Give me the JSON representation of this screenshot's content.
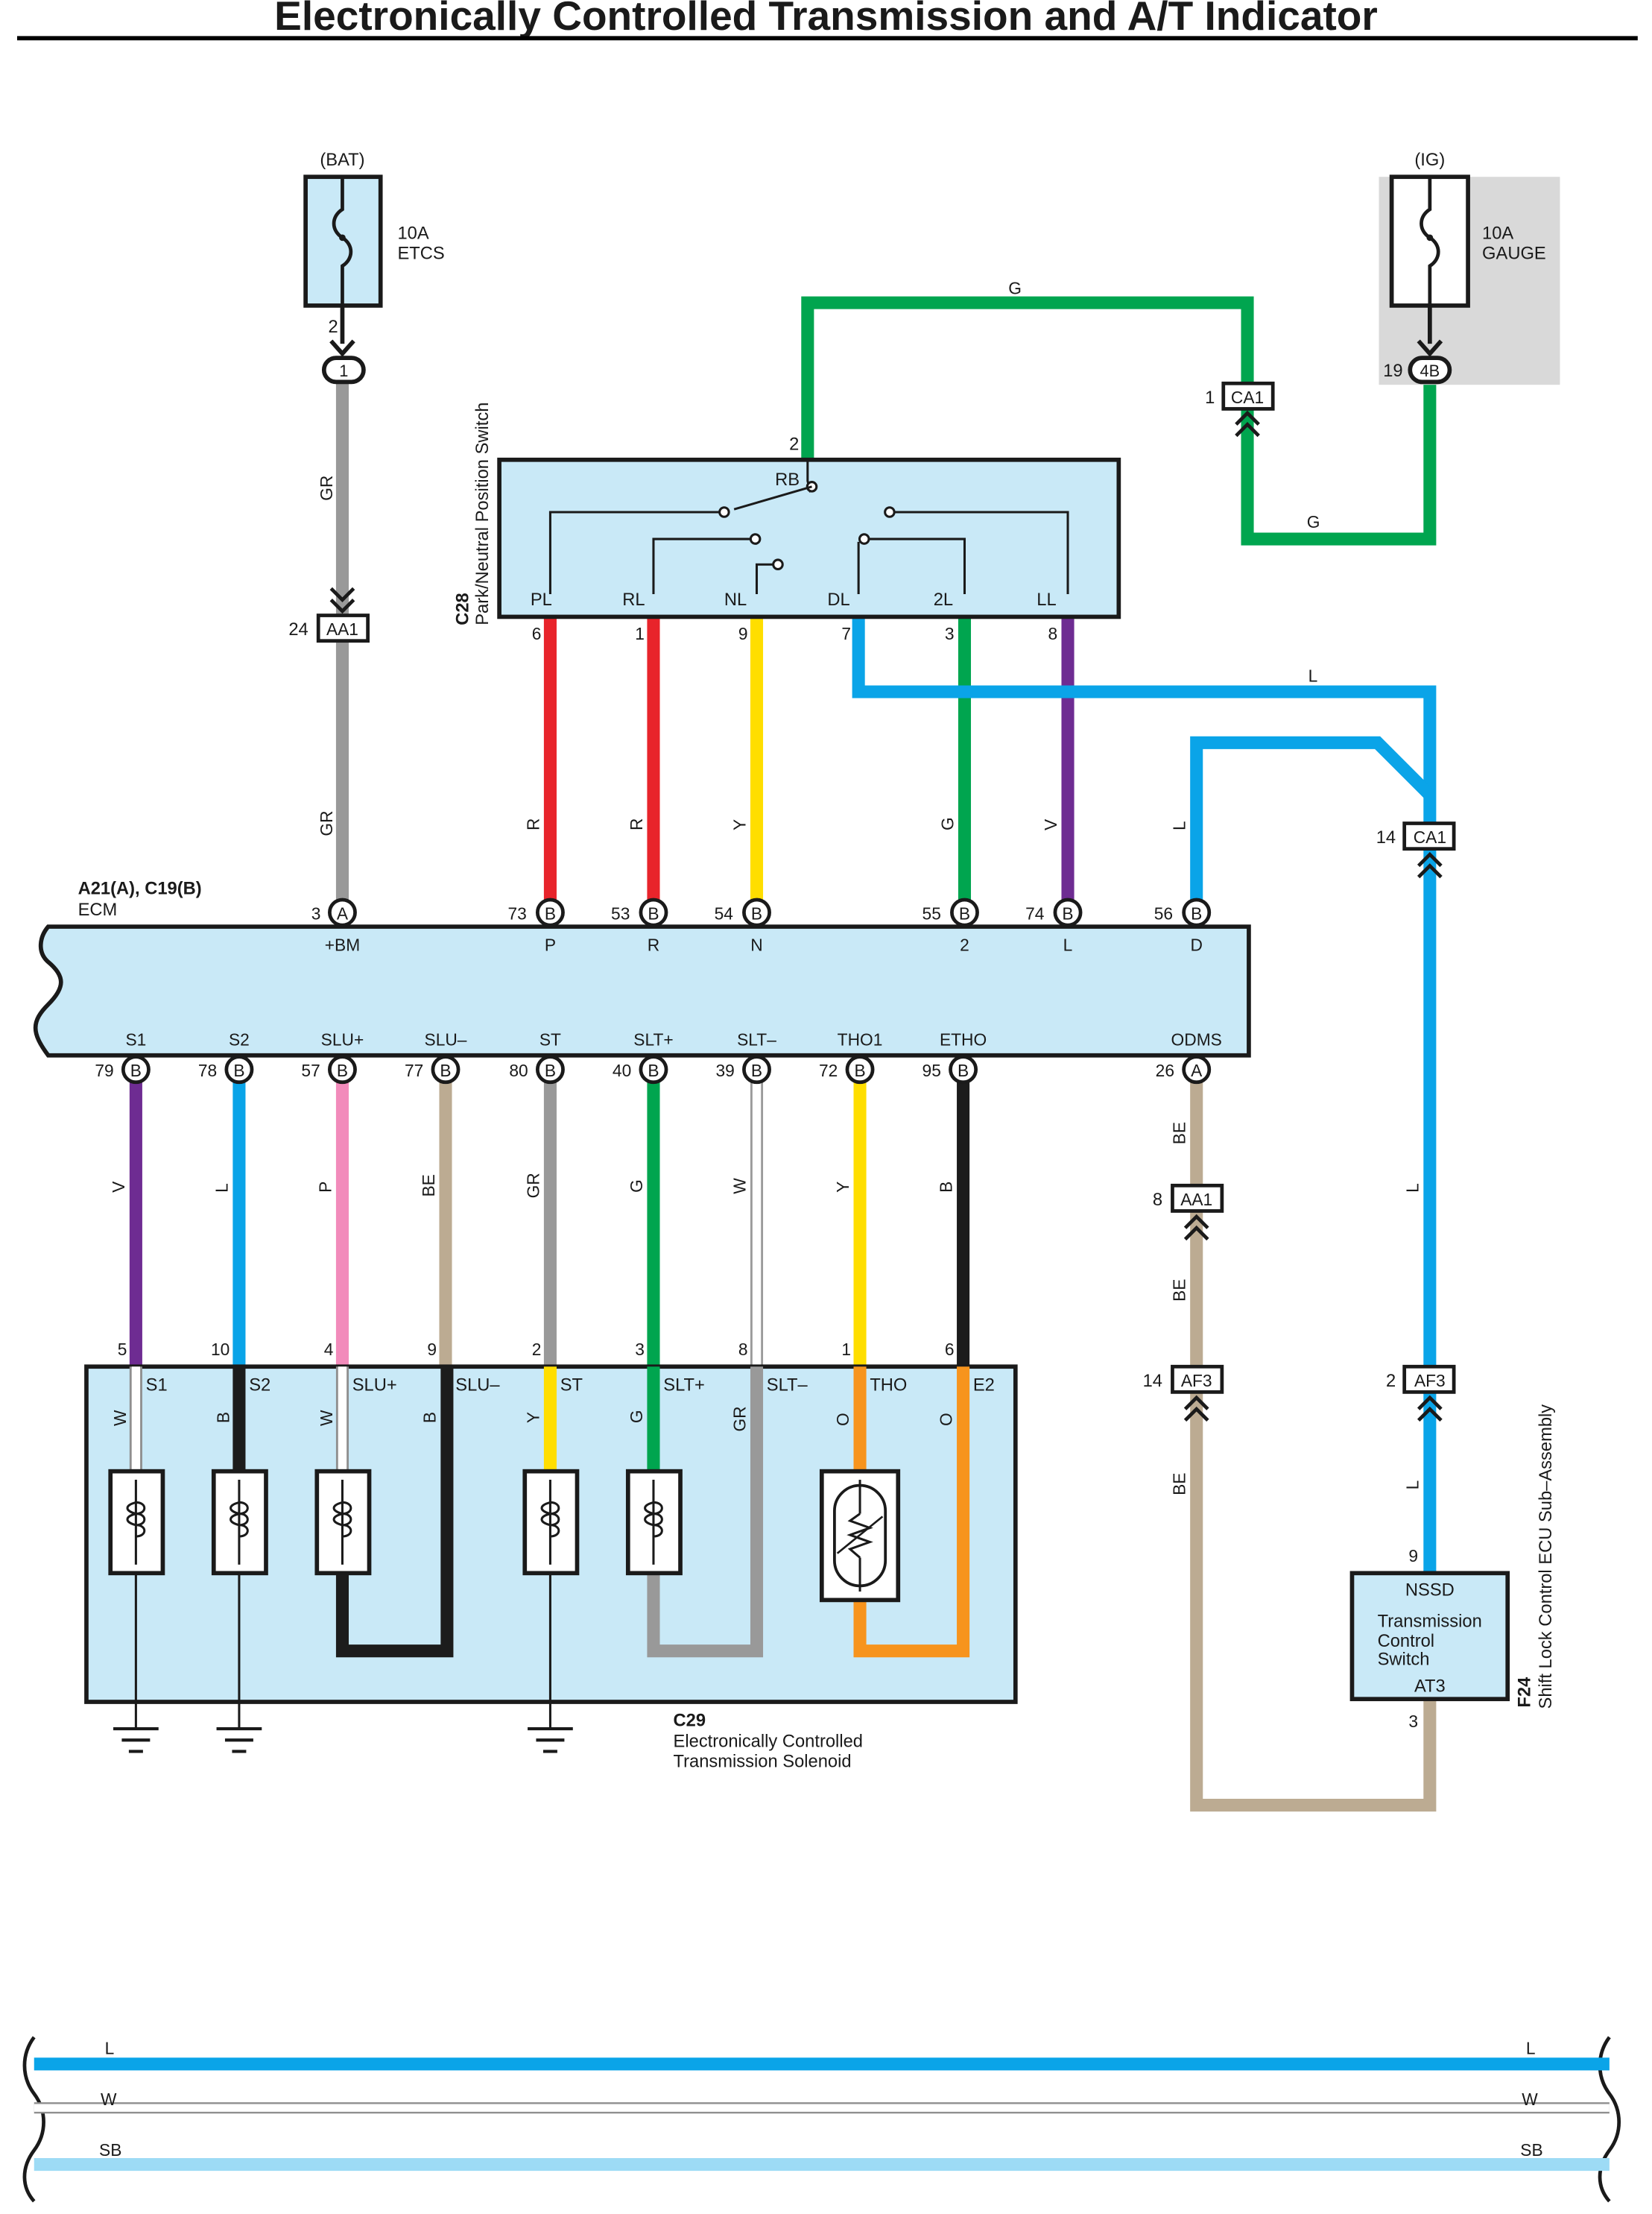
{
  "title": "Electronically Controlled Transmission and A/T Indicator",
  "colors": {
    "blue": "#0aa4e8",
    "green": "#00a54f",
    "gray": "#999999",
    "red": "#e8242b",
    "yellow": "#ffde00",
    "violet": "#6e2c92",
    "pink": "#f28bbb",
    "beige": "#bcab92",
    "black": "#1c1c1c",
    "white": "#ffffff",
    "orange": "#f7941d",
    "lightblue": "#9ddbf5",
    "panel": "#c9e9f7",
    "shade": "#d9d9d9"
  },
  "fuses": {
    "bat": {
      "source": "(BAT)",
      "rating": "10A",
      "name": "ETCS",
      "pin": "2",
      "conn": "1"
    },
    "ig": {
      "source": "(IG)",
      "rating": "10A",
      "name": "GAUGE",
      "pin": "19",
      "conn": "4B"
    }
  },
  "pnp_switch": {
    "code": "C28",
    "name": "Park/Neutral Position Switch",
    "common": "RB",
    "common_pin": "2",
    "positions": [
      {
        "label": "PL",
        "pin": "6"
      },
      {
        "label": "RL",
        "pin": "1"
      },
      {
        "label": "NL",
        "pin": "9"
      },
      {
        "label": "DL",
        "pin": "7"
      },
      {
        "label": "2L",
        "pin": "3"
      },
      {
        "label": "LL",
        "pin": "8"
      }
    ]
  },
  "ecm": {
    "code": "A21(A), C19(B)",
    "name": "ECM",
    "top_terms": [
      {
        "pin": "3",
        "conn": "A",
        "label": "+BM"
      },
      {
        "pin": "73",
        "conn": "B",
        "label": "P"
      },
      {
        "pin": "53",
        "conn": "B",
        "label": "R"
      },
      {
        "pin": "54",
        "conn": "B",
        "label": "N"
      },
      {
        "pin": "55",
        "conn": "B",
        "label": "2"
      },
      {
        "pin": "74",
        "conn": "B",
        "label": "L"
      },
      {
        "pin": "56",
        "conn": "B",
        "label": "D"
      }
    ],
    "bottom_terms": [
      {
        "pin": "79",
        "conn": "B",
        "label": "S1"
      },
      {
        "pin": "78",
        "conn": "B",
        "label": "S2"
      },
      {
        "pin": "57",
        "conn": "B",
        "label": "SLU+"
      },
      {
        "pin": "77",
        "conn": "B",
        "label": "SLU–"
      },
      {
        "pin": "80",
        "conn": "B",
        "label": "ST"
      },
      {
        "pin": "40",
        "conn": "B",
        "label": "SLT+"
      },
      {
        "pin": "39",
        "conn": "B",
        "label": "SLT–"
      },
      {
        "pin": "72",
        "conn": "B",
        "label": "THO1"
      },
      {
        "pin": "95",
        "conn": "B",
        "label": "ETHO"
      },
      {
        "pin": "26",
        "conn": "A",
        "label": "ODMS"
      }
    ]
  },
  "solenoid": {
    "code": "C29",
    "line1": "Electronically Controlled",
    "line2": "Transmission Solenoid",
    "terms": [
      {
        "pin": "5",
        "label": "S1"
      },
      {
        "pin": "10",
        "label": "S2"
      },
      {
        "pin": "4",
        "label": "SLU+"
      },
      {
        "pin": "9",
        "label": "SLU–"
      },
      {
        "pin": "2",
        "label": "ST"
      },
      {
        "pin": "3",
        "label": "SLT+"
      },
      {
        "pin": "8",
        "label": "SLT–"
      },
      {
        "pin": "1",
        "label": "THO"
      },
      {
        "pin": "6",
        "label": "E2"
      }
    ],
    "inner_colors": [
      "W",
      "B",
      "W",
      "B",
      "Y",
      "G",
      "GR",
      "O",
      "O"
    ]
  },
  "shift_lock": {
    "code": "F24",
    "name": "Shift Lock Control ECU Sub–Assembly",
    "term_top": "NSSD",
    "term_bottom": "AT3",
    "pin_top": "9",
    "pin_bottom": "3",
    "line1": "Transmission",
    "line2": "Control",
    "line3": "Switch"
  },
  "connectors": [
    {
      "pin": "24",
      "name": "AA1"
    },
    {
      "pin": "1",
      "name": "CA1"
    },
    {
      "pin": "14",
      "name": "CA1"
    },
    {
      "pin": "8",
      "name": "AA1"
    },
    {
      "pin": "14",
      "name": "AF3"
    },
    {
      "pin": "2",
      "name": "AF3"
    }
  ],
  "wire_colors": {
    "bat_upper": "GR",
    "bat_lower": "GR",
    "ig_top": "G",
    "ig_bottom": "G",
    "dl": "L",
    "pl": "R",
    "rl": "R",
    "nl": "Y",
    "l2": "G",
    "ll": "V",
    "d": "L",
    "s1": "V",
    "s2": "L",
    "sluplus": "P",
    "sluminus": "BE",
    "st": "GR",
    "sltplus": "G",
    "sltminus": "W",
    "tho1": "Y",
    "etho": "B",
    "odms_1": "BE",
    "odms_2": "BE",
    "odms_3": "BE",
    "nssd_1": "L",
    "nssd_2": "L"
  },
  "legend": [
    {
      "code": "L",
      "color": "blue"
    },
    {
      "code": "W",
      "color": "white"
    },
    {
      "code": "SB",
      "color": "lightblue"
    }
  ]
}
